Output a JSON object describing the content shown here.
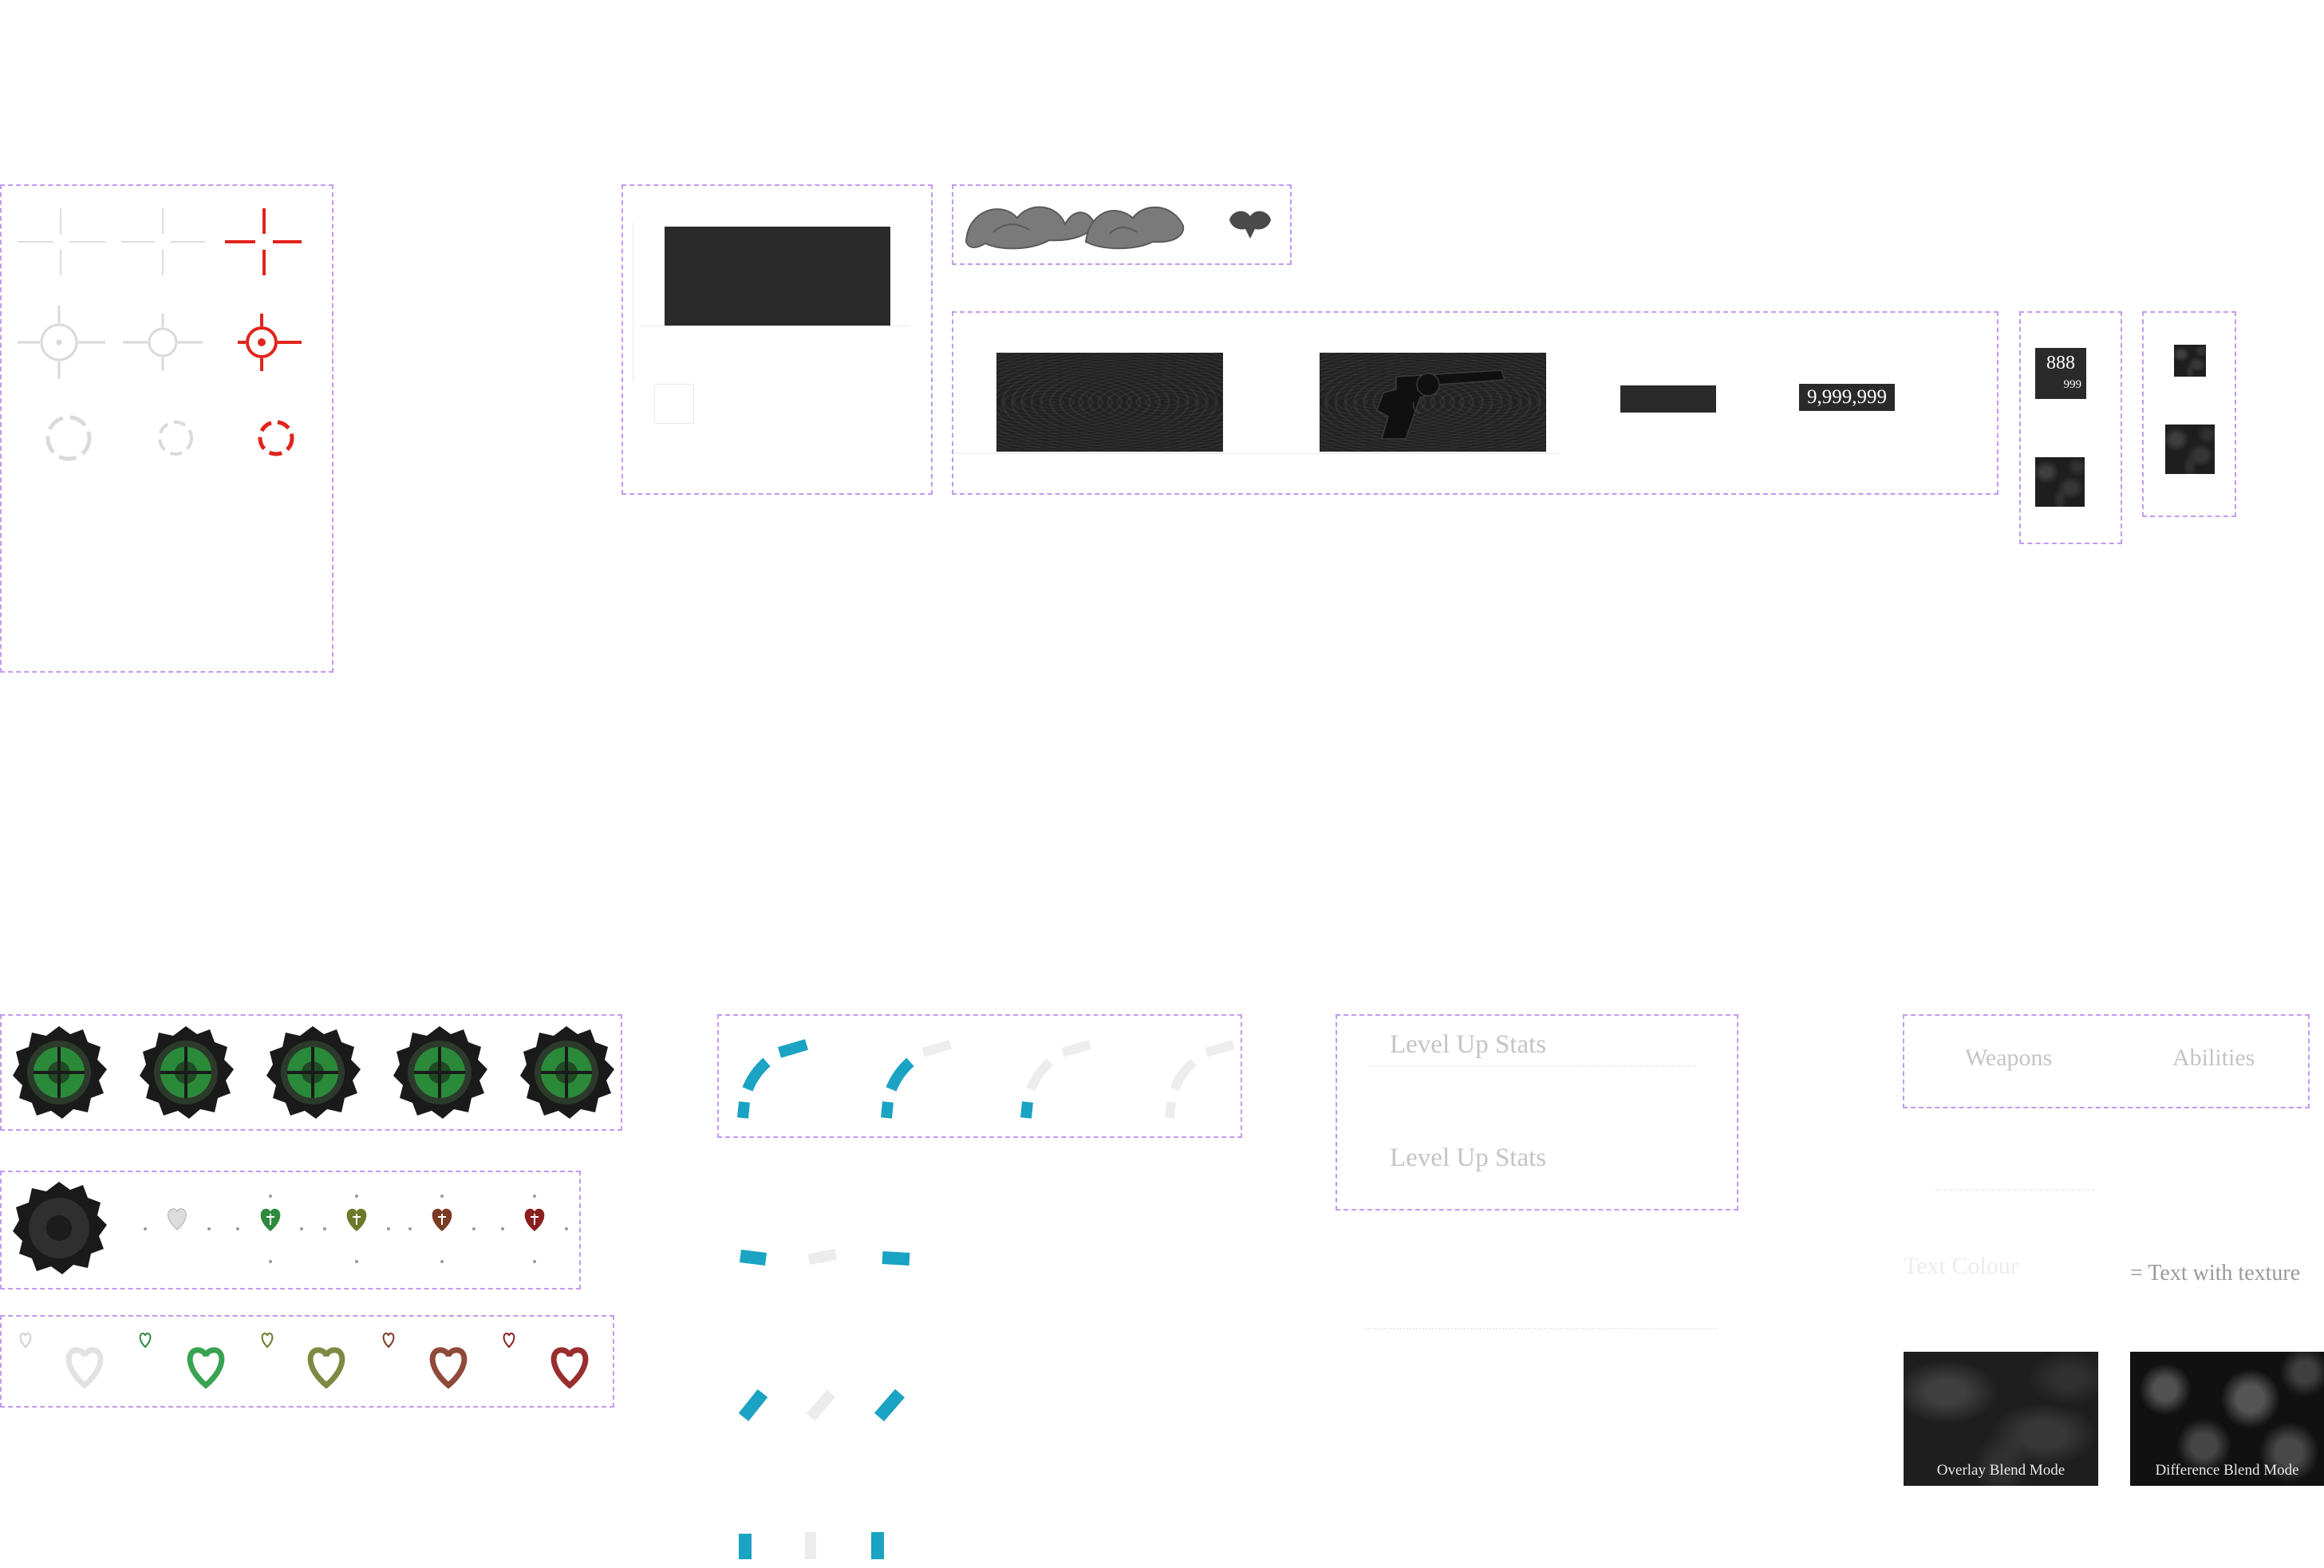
{
  "colors": {
    "frame": "#c39af0",
    "crosshair_active": "#e0241c",
    "crosshair_inactive": "#d9d9d9",
    "panel_dark": "#2a2a2a",
    "stamina_teal": "#1aa3c2",
    "heart_green": "#2f8a3e",
    "heart_olive": "#6a7a2a",
    "heart_brown": "#7a3a24",
    "heart_red": "#8a1f1f"
  },
  "counters": {
    "money": "9,999,999",
    "ammo_current": "888",
    "ammo_reserve": "999"
  },
  "menu": {
    "level_up_title": "Level Up Stats",
    "level_up_title_alt": "Level Up Stats"
  },
  "tabs": {
    "weapons": "Weapons",
    "abilities": "Abilities"
  },
  "texture_notes": {
    "text_colour": "Text Colour",
    "text_with_texture": "= Text with texture"
  },
  "blend_samples": {
    "overlay": "Overlay Blend Mode",
    "difference": "Difference Blend Mode"
  },
  "icons": {
    "crosshair_types": [
      "plus-crosshair",
      "circle-crosshair",
      "dashed-ring-crosshair"
    ],
    "badge": "wheel-emblem-icon",
    "heart": "heart-icon",
    "revolver": "revolver-icon",
    "scroll_ornament": "scroll-ornament-icon"
  }
}
